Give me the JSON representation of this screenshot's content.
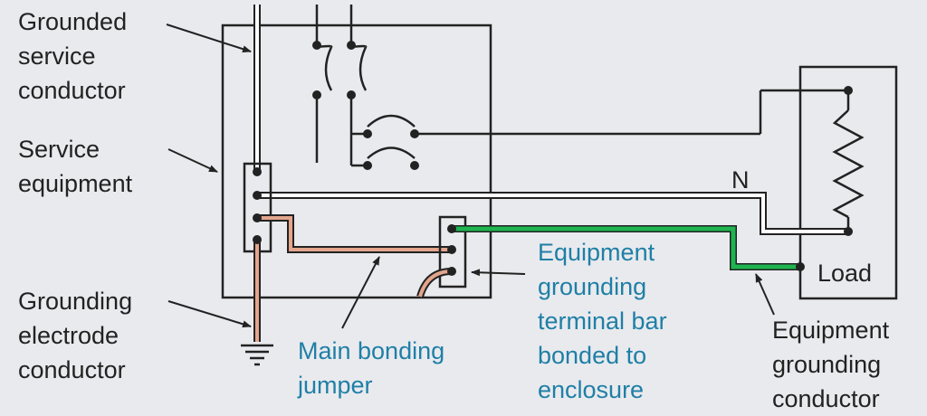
{
  "labels": {
    "grounded_service_conductor": [
      "Grounded",
      "service",
      "conductor"
    ],
    "service_equipment": [
      "Service",
      "equipment"
    ],
    "grounding_electrode_conductor": [
      "Grounding",
      "electrode",
      "conductor"
    ],
    "main_bonding_jumper": [
      "Main bonding",
      "jumper"
    ],
    "equipment_grounding_terminal_bar": [
      "Equipment",
      "grounding",
      "terminal bar",
      "bonded to",
      "enclosure"
    ],
    "equipment_grounding_conductor": [
      "Equipment",
      "grounding",
      "conductor"
    ],
    "load": "Load",
    "neutral": "N"
  },
  "colors": {
    "background": "#e9eaee",
    "line": "#222222",
    "neutral_wire_fill": "#ffffff",
    "bonding_copper": "#e3a58c",
    "equipment_ground_green": "#1fb450",
    "callout_blue": "#1f7fa6"
  }
}
